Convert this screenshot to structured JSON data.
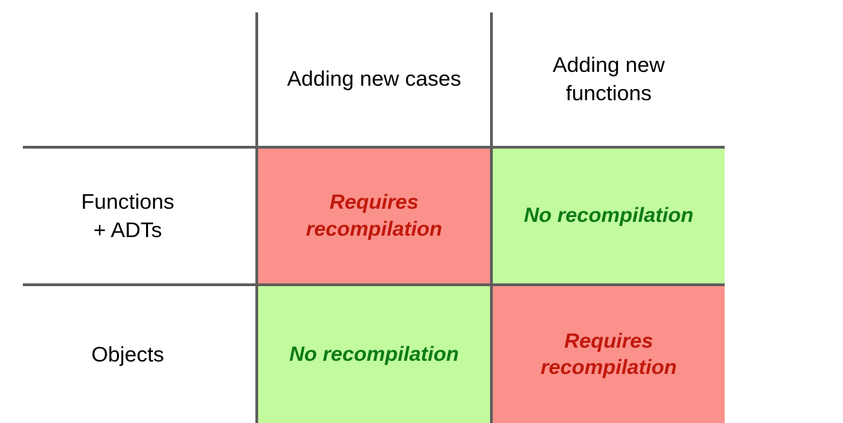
{
  "matrix": {
    "corner_label": "",
    "column_headers": [
      {
        "id": "adding-new-cases",
        "label": "Adding new cases"
      },
      {
        "id": "adding-new-functions",
        "label": "Adding new\nfunctions"
      }
    ],
    "row_headers": [
      {
        "id": "functions-adts",
        "label": "Functions\n+ ADTs"
      },
      {
        "id": "objects",
        "label": "Objects"
      }
    ],
    "cells": [
      {
        "id": "functions-adts__adding-new-cases",
        "text": "Requires\nrecompilation",
        "status": "requires-recompilation",
        "bg": "#fa918b",
        "fg": "#c0180c"
      },
      {
        "id": "functions-adts__adding-new-functions",
        "text": "No recompilation",
        "status": "no-recompilation",
        "bg": "#c2fa9e",
        "fg": "#0b7a16"
      },
      {
        "id": "objects__adding-new-cases",
        "text": "No recompilation",
        "status": "no-recompilation",
        "bg": "#c2fa9e",
        "fg": "#0b7a16"
      },
      {
        "id": "objects__adding-new-functions",
        "text": "Requires\nrecompilation",
        "status": "requires-recompilation",
        "bg": "#fa918b",
        "fg": "#c0180c"
      }
    ],
    "colors": {
      "grid_line": "#5e5e5e",
      "background": "#ffffff",
      "negative_bg": "#fa918b",
      "negative_fg": "#c0180c",
      "positive_bg": "#c2fa9e",
      "positive_fg": "#0b7a16",
      "header_text": "#000000"
    }
  }
}
